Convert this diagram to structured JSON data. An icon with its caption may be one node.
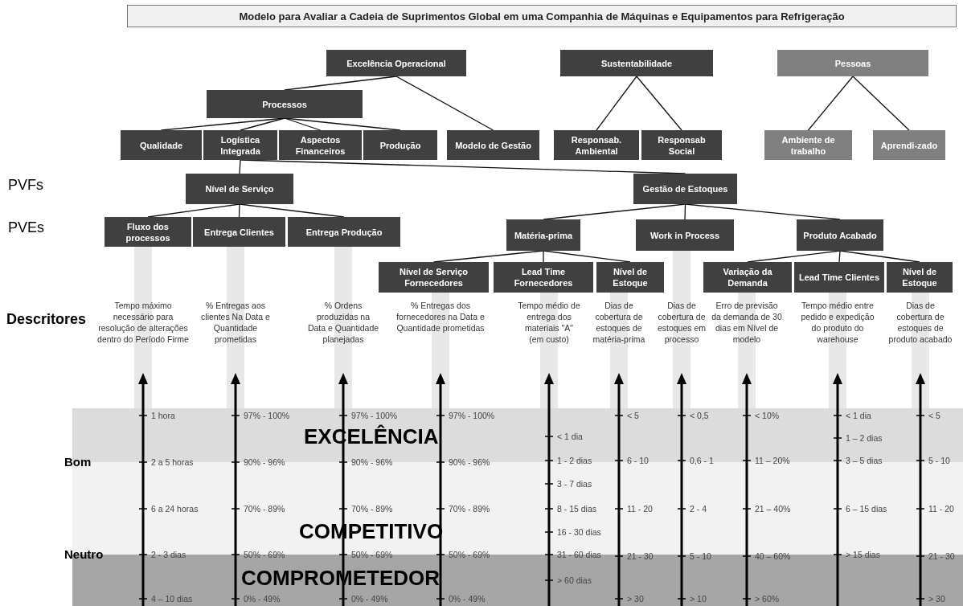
{
  "diagram": {
    "title": "Modelo para Avaliar a Cadeia de Suprimentos Global em uma Companhia de Máquinas e Equipamentos para Refrigeração",
    "nodes": [
      {
        "text": [
          "Excelência Operacional"
        ]
      },
      {
        "text": [
          "Sustentabilidade"
        ]
      },
      {
        "text": [
          "Pessoas"
        ]
      },
      {
        "text": [
          "Processos"
        ]
      },
      {
        "text": [
          "Modelo de Gestão"
        ]
      },
      {
        "text": [
          "Qualidade"
        ]
      },
      {
        "text": [
          "Logística Integrada"
        ]
      },
      {
        "text": [
          "Aspectos Financeiros"
        ]
      },
      {
        "text": [
          "Produção"
        ]
      },
      {
        "text": [
          "Responsab. Ambiental"
        ]
      },
      {
        "text": [
          "Responsab Social"
        ]
      },
      {
        "text": [
          "Ambiente de trabalho"
        ]
      },
      {
        "text": [
          "Aprendi-zado"
        ]
      },
      {
        "text": [
          "Nível de Serviço"
        ]
      },
      {
        "text": [
          "Gestão de Estoques"
        ]
      },
      {
        "text": [
          "Fluxo dos processos"
        ]
      },
      {
        "text": [
          "Entrega Clientes"
        ]
      },
      {
        "text": [
          "Entrega Produção"
        ]
      },
      {
        "text": [
          "Matéria-prima"
        ]
      },
      {
        "text": [
          "Work in Process"
        ]
      },
      {
        "text": [
          "Produto Acabado"
        ]
      },
      {
        "text": [
          "Nível de Serviço Fornecedores"
        ]
      },
      {
        "text": [
          "Lead Time Fornecedores"
        ]
      },
      {
        "text": [
          "Nível de Estoque"
        ]
      },
      {
        "text": [
          "Variação da Demanda"
        ]
      },
      {
        "text": [
          "Lead Time Clientes"
        ]
      },
      {
        "text": [
          "Nível de Estoque"
        ]
      }
    ],
    "edges": [
      {
        "from": 0,
        "to": 3,
        "arrow": "none"
      },
      {
        "from": 0,
        "to": 4,
        "arrow": "none"
      },
      {
        "from": 1,
        "to": 9,
        "arrow": "none"
      },
      {
        "from": 1,
        "to": 10,
        "arrow": "none"
      },
      {
        "from": 2,
        "to": 11,
        "arrow": "none"
      },
      {
        "from": 2,
        "to": 12,
        "arrow": "none"
      },
      {
        "from": 3,
        "to": 5,
        "arrow": "none"
      },
      {
        "from": 3,
        "to": 6,
        "arrow": "none"
      },
      {
        "from": 3,
        "to": 7,
        "arrow": "none"
      },
      {
        "from": 3,
        "to": 8,
        "arrow": "none"
      },
      {
        "from": 6,
        "to": 13,
        "arrow": "none"
      },
      {
        "from": 6,
        "to": 14,
        "arrow": "none"
      },
      {
        "from": 13,
        "to": 15,
        "arrow": "none"
      },
      {
        "from": 13,
        "to": 16,
        "arrow": "none"
      },
      {
        "from": 13,
        "to": 17,
        "arrow": "none"
      },
      {
        "from": 14,
        "to": 18,
        "arrow": "none"
      },
      {
        "from": 14,
        "to": 19,
        "arrow": "none"
      },
      {
        "from": 14,
        "to": 20,
        "arrow": "none"
      },
      {
        "from": 18,
        "to": 21,
        "arrow": "none"
      },
      {
        "from": 18,
        "to": 22,
        "arrow": "none"
      },
      {
        "from": 18,
        "to": 23,
        "arrow": "none"
      },
      {
        "from": 20,
        "to": 24,
        "arrow": "none"
      },
      {
        "from": 20,
        "to": 25,
        "arrow": "none"
      },
      {
        "from": 20,
        "to": 26,
        "arrow": "none"
      }
    ],
    "labels": [
      "PVFs",
      "PVEs",
      "Descritores",
      "Tempo máximo necessário para resolução de alterações dentro do Período Firme",
      "% Entregas aos clientes Na Data e Quantidade prometidas",
      "% Ordens produzidas na Data e Quantidade planejadas",
      "% Entregas dos fornecedores na Data e Quantidade prometidas",
      "Tempo médio de entrega dos materiais \"A\" (em custo)",
      "Dias de cobertura de estoques de matéria-prima",
      "Dias de cobertura de estoques em processo",
      "Erro de previsão da demanda de 30 dias em Nível de modelo",
      "Tempo médio entre pedido e expedição do produto do warehouse",
      "Dias de cobertura de estoques de produto acabado",
      "Bom",
      "Neutro",
      "EXCELÊNCIA",
      "COMPETITIVO",
      "COMPROMETEDOR",
      "1 hora",
      "2 a 5 horas",
      "6 a 24 horas",
      "2 - 3 dias",
      "4 – 10 dias",
      "97% - 100%",
      "90% - 96%",
      "70% - 89%",
      "50% - 69%",
      "0% - 49%",
      "97% - 100%",
      "90% - 96%",
      "70% - 89%",
      "50% - 69%",
      "0% - 49%",
      "97% - 100%",
      "90% - 96%",
      "70% - 89%",
      "50% - 69%",
      "0% - 49%",
      "< 1 dia",
      "1 - 2 dias",
      "3 - 7 dias",
      "8 - 15 dias",
      "16 - 30 dias",
      "31 - 60 dias",
      "> 60 dias",
      "< 5",
      "6 - 10",
      "11 - 20",
      "21 - 30",
      "> 30",
      "< 0,5",
      "0,6 - 1",
      "2 - 4",
      "5 - 10",
      "> 10",
      "< 10%",
      "11 – 20%",
      "21 – 40%",
      "40 – 60%",
      "> 60%",
      "< 1 dia",
      "1 – 2 dias",
      "3 – 5 dias",
      "6 – 15 dias",
      "> 15 dias",
      "< 5",
      "5 - 10",
      "11 - 20",
      "21 - 30",
      "> 30"
    ]
  }
}
